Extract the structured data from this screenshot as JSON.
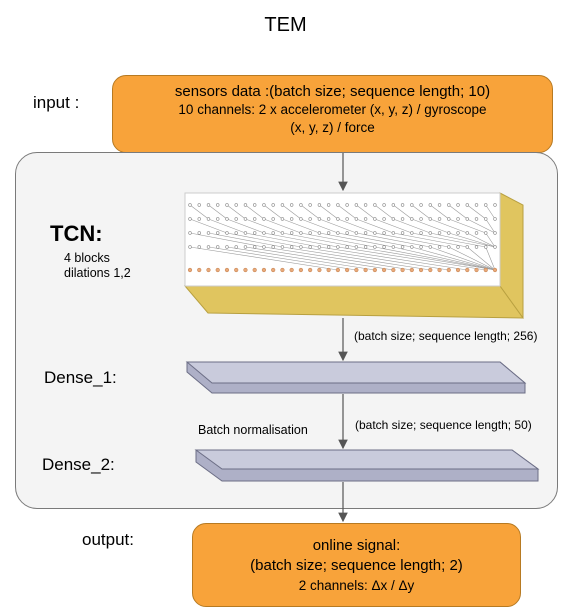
{
  "title": "TEM",
  "input": {
    "label": "input :",
    "line1": "sensors data :(batch size; sequence length; 10)",
    "line2": "10 channels: 2 x accelerometer (x, y, z) / gyroscope",
    "line3": "(x, y, z) / force"
  },
  "tcn": {
    "title": "TCN:",
    "blocks": "4 blocks",
    "dilations": "dilations 1,2"
  },
  "tcn_output_shape": "(batch size; sequence length; 256)",
  "dense1": {
    "label": "Dense_1:"
  },
  "batch_norm": "Batch normalisation",
  "dense1_output_shape": "(batch size; sequence length; 50)",
  "dense2": {
    "label": "Dense_2:"
  },
  "output": {
    "label": "output:",
    "line1": "online signal:",
    "line2": "(batch size; sequence length; 2)",
    "line3": "2 channels: Δx / Δy"
  },
  "colors": {
    "orange": "#f8a33a",
    "tcn_side": "#e0c55f",
    "dense_fill": "#aeb0c7",
    "panel": "#f4f4f4"
  }
}
